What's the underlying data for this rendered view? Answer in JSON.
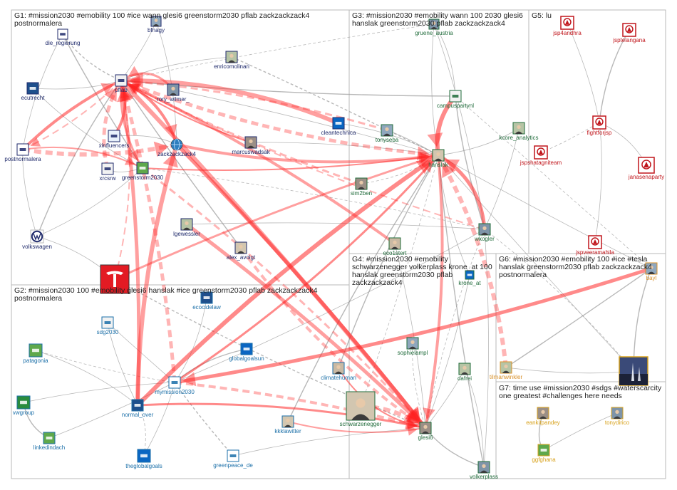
{
  "groups": [
    {
      "id": "G1",
      "title_lines": [
        "G1: #mission2030 #emobility 100 #ice wann glesi6 greenstorm2030 pflab zackzackzack4",
        "postnormalera"
      ],
      "color": "#1f2a6b"
    },
    {
      "id": "G2",
      "title_lines": [
        "G2: #mission2030 100 #emobility glesi6 hanslak #ice greenstorm2030 pflab zackzackzack4",
        "postnormalera"
      ],
      "color": "#1b6fa8"
    },
    {
      "id": "G3",
      "title_lines": [
        "G3: #mission2030 #emobility wann 100 2030 glesi6",
        "hanslak greenstorm2030 pflab zackzackzack4"
      ],
      "color": "#1f6b3a"
    },
    {
      "id": "G4",
      "title_lines": [
        "G4: #mission2030 #emobility",
        "schwarzenegger volkerplass krone_at 100",
        "hanslak greenstorm2030 pflab",
        "zackzackzack4"
      ],
      "color": "#1f6b3a"
    },
    {
      "id": "G5",
      "title_lines": [
        "G5: lu"
      ],
      "color": "#c0151b"
    },
    {
      "id": "G6",
      "title_lines": [
        "G6: #mission2030 #emobility 100 #ice #tesla",
        "hanslak greenstorm2030 pflab zackzackzack4",
        "postnormalera"
      ],
      "color": "#d8912a"
    },
    {
      "id": "G7",
      "title_lines": [
        "G7: time use #mission2030 #sdgs #waterscarcity",
        "one greatest #challenges here needs"
      ],
      "color": "#d8a21c"
    }
  ],
  "nodes": [
    {
      "id": "die_regierung",
      "label": "die_regierung",
      "group": "G1",
      "icon": "gov-logo-icon"
    },
    {
      "id": "bfnagy",
      "label": "bfnagy",
      "group": "G1",
      "icon": "user-avatar-icon"
    },
    {
      "id": "enricomolinari",
      "label": "enricomolinari",
      "group": "G1",
      "icon": "user-avatar-icon"
    },
    {
      "id": "ecutrecht",
      "label": "ecutrecht",
      "group": "G1",
      "icon": "org-logo-icon"
    },
    {
      "id": "pflab",
      "label": "pflab",
      "group": "G1",
      "icon": "org-logo-icon"
    },
    {
      "id": "rory_wilmer_",
      "label": "rory_wilmer_",
      "group": "G1",
      "icon": "user-avatar-icon"
    },
    {
      "id": "cleantechnica",
      "label": "cleantechnica",
      "group": "G1",
      "icon": "org-logo-icon"
    },
    {
      "id": "postnormalera",
      "label": "postnormalera",
      "group": "G1",
      "icon": "org-logo-icon"
    },
    {
      "id": "xinfluencers",
      "label": "xinfluencers",
      "group": "G1",
      "icon": "org-logo-icon"
    },
    {
      "id": "zackzackzack4",
      "label": "zackzackzack4",
      "group": "G1",
      "icon": "globe-icon"
    },
    {
      "id": "marcuswadsak",
      "label": "marcuswadsak",
      "group": "G1",
      "icon": "user-avatar-icon"
    },
    {
      "id": "xrcsrw",
      "label": "xrcsrw",
      "group": "G1",
      "icon": "org-logo-icon"
    },
    {
      "id": "greenstorm2030",
      "label": "greenstorm2030",
      "group": "G1",
      "icon": "org-logo-icon"
    },
    {
      "id": "volkswagen",
      "label": "volkswagen",
      "group": "G1",
      "icon": "vw-logo-icon"
    },
    {
      "id": "lgewessler",
      "label": "lgewessler",
      "group": "G1",
      "icon": "user-avatar-icon"
    },
    {
      "id": "alex_avoigt",
      "label": "alex_avoigt",
      "group": "G1",
      "icon": "user-avatar-icon"
    },
    {
      "id": "tesla",
      "label": "",
      "group": "G1",
      "icon": "tesla-logo-icon"
    },
    {
      "id": "gruene_austria",
      "label": "gruene_austria",
      "group": "G3",
      "icon": "user-avatar-icon"
    },
    {
      "id": "campuspartynl",
      "label": "campuspartynl",
      "group": "G3",
      "icon": "org-logo-icon"
    },
    {
      "id": "tonyseba",
      "label": "tonyseba",
      "group": "G3",
      "icon": "user-avatar-icon"
    },
    {
      "id": "kcore_analytics",
      "label": "kcore_analytics",
      "group": "G3",
      "icon": "user-avatar-icon"
    },
    {
      "id": "hanslak",
      "label": "hanslak",
      "group": "G3",
      "icon": "user-avatar-icon"
    },
    {
      "id": "sim2ben",
      "label": "sim2ben",
      "group": "G3",
      "icon": "user-avatar-icon"
    },
    {
      "id": "wkogler",
      "label": "wkogler",
      "group": "G3",
      "icon": "user-avatar-icon"
    },
    {
      "id": "eco1stert",
      "label": "eco1stert",
      "group": "G3",
      "icon": "user-avatar-icon"
    },
    {
      "id": "jsp4andhra",
      "label": "jsp4andhra",
      "group": "G5",
      "icon": "party-logo-icon"
    },
    {
      "id": "jsptelangana",
      "label": "jsptelangana",
      "group": "G5",
      "icon": "party-logo-icon"
    },
    {
      "id": "fightforjsp",
      "label": "fightforjsp",
      "group": "G5",
      "icon": "party-logo-icon"
    },
    {
      "id": "jspshatagniteam",
      "label": "jspshatagniteam",
      "group": "G5",
      "icon": "party-logo-icon"
    },
    {
      "id": "janasenaparty",
      "label": "janasenaparty",
      "group": "G5",
      "icon": "party-logo-icon"
    },
    {
      "id": "jspveeramahila",
      "label": "jspveeramahila",
      "group": "G5",
      "icon": "party-logo-icon"
    },
    {
      "id": "ecocidelaw",
      "label": "ecocidelaw",
      "group": "G2",
      "icon": "org-logo-icon"
    },
    {
      "id": "sdg2030",
      "label": "sdg2030",
      "group": "G2",
      "icon": "org-logo-icon"
    },
    {
      "id": "patagonia",
      "label": "patagonia",
      "group": "G2",
      "icon": "org-logo-icon"
    },
    {
      "id": "globalgoalsun",
      "label": "globalgoalsun",
      "group": "G2",
      "icon": "org-logo-icon"
    },
    {
      "id": "mymission2030",
      "label": "mymission2030",
      "group": "G2",
      "icon": "org-logo-icon"
    },
    {
      "id": "climatehuman",
      "label": "climatehuman",
      "group": "G2",
      "icon": "user-avatar-icon"
    },
    {
      "id": "vwgroup",
      "label": "vwgroup",
      "group": "G2",
      "icon": "org-logo-icon"
    },
    {
      "id": "normal_over",
      "label": "normal_over",
      "group": "G2",
      "icon": "org-logo-icon"
    },
    {
      "id": "kkklawitter",
      "label": "kkklawitter",
      "group": "G2",
      "icon": "user-avatar-icon"
    },
    {
      "id": "linkedindach",
      "label": "linkedindach",
      "group": "G2",
      "icon": "org-logo-icon"
    },
    {
      "id": "theglobalgoals",
      "label": "theglobalgoals",
      "group": "G2",
      "icon": "org-logo-icon"
    },
    {
      "id": "greenpeace_de",
      "label": "greenpeace_de",
      "group": "G2",
      "icon": "org-logo-icon"
    },
    {
      "id": "sophielampl",
      "label": "sophielampl",
      "group": "G4",
      "icon": "user-avatar-icon"
    },
    {
      "id": "dafrei",
      "label": "dafrei",
      "group": "G4",
      "icon": "user-avatar-icon"
    },
    {
      "id": "schwarzenegger",
      "label": "schwarzenegger",
      "group": "G4",
      "icon": "user-avatar-icon"
    },
    {
      "id": "glesi6",
      "label": "glesi6",
      "group": "G4",
      "icon": "user-avatar-icon"
    },
    {
      "id": "volkerplass",
      "label": "volkerplass",
      "group": "G4",
      "icon": "user-avatar-icon"
    },
    {
      "id": "krone_at",
      "label": "krone_at",
      "group": "G4",
      "icon": "org-logo-icon"
    },
    {
      "id": "bayl",
      "label": "bayl",
      "group": "G6",
      "icon": "user-avatar-icon"
    },
    {
      "id": "tilmanwinkler",
      "label": "tilmanwinkler",
      "group": "G6",
      "icon": "user-avatar-icon"
    },
    {
      "id": "rocket",
      "label": "",
      "group": "G6",
      "icon": "rocket-photo-icon"
    },
    {
      "id": "eankitpandey",
      "label": "eankitpandey",
      "group": "G7",
      "icon": "user-avatar-icon"
    },
    {
      "id": "tonydirico",
      "label": "tonydirico",
      "group": "G7",
      "icon": "user-avatar-icon"
    },
    {
      "id": "ggfghana",
      "label": "ggfghana",
      "group": "G7",
      "icon": "org-logo-icon"
    }
  ],
  "edges": {
    "red_strong": [
      [
        "pflab",
        "postnormalera"
      ],
      [
        "pflab",
        "greenstorm2030"
      ],
      [
        "pflab",
        "zackzackzack4"
      ],
      [
        "pflab",
        "hanslak"
      ],
      [
        "pflab",
        "glesi6"
      ],
      [
        "greenstorm2030",
        "hanslak"
      ],
      [
        "greenstorm2030",
        "glesi6"
      ],
      [
        "zackzackzack4",
        "hanslak"
      ],
      [
        "zackzackzack4",
        "glesi6"
      ],
      [
        "postnormalera",
        "zackzackzack4"
      ],
      [
        "postnormalera",
        "greenstorm2030"
      ],
      [
        "mymission2030",
        "hanslak"
      ],
      [
        "mymission2030",
        "glesi6"
      ],
      [
        "normal_over",
        "pflab"
      ],
      [
        "normal_over",
        "hanslak"
      ],
      [
        "tesla",
        "pflab"
      ],
      [
        "tesla",
        "hanslak"
      ],
      [
        "xinfluencers",
        "pflab"
      ],
      [
        "xrcsrw",
        "pflab"
      ],
      [
        "cleantechnica",
        "pflab"
      ],
      [
        "marcuswadsak",
        "pflab"
      ],
      [
        "tonyseba",
        "pflab"
      ],
      [
        "hanslak",
        "glesi6"
      ],
      [
        "wkogler",
        "hanslak"
      ],
      [
        "schwarzenegger",
        "glesi6"
      ],
      [
        "kkklawitter",
        "glesi6"
      ],
      [
        "normal_over",
        "glesi6"
      ],
      [
        "alex_avoigt",
        "glesi6"
      ],
      [
        "lgewessler",
        "glesi6"
      ],
      [
        "campuspartynl",
        "hanslak"
      ],
      [
        "wkogler",
        "pflab"
      ],
      [
        "rory_wilmer_",
        "pflab"
      ],
      [
        "postnormalera",
        "pflab"
      ],
      [
        "mymission2030",
        "pflab"
      ],
      [
        "normal_over",
        "zackzackzack4"
      ],
      [
        "climatehuman",
        "glesi6"
      ],
      [
        "sim2ben",
        "pflab"
      ],
      [
        "eco1stert",
        "pflab"
      ],
      [
        "bayl",
        "mymission2030"
      ],
      [
        "tilmanwinkler",
        "hanslak"
      ]
    ],
    "gray": [
      [
        "die_regierung",
        "pflab"
      ],
      [
        "bfnagy",
        "pflab"
      ],
      [
        "enricomolinari",
        "pflab"
      ],
      [
        "ecutrecht",
        "pflab"
      ],
      [
        "volkswagen",
        "pflab"
      ],
      [
        "gruene_austria",
        "pflab"
      ],
      [
        "gruene_austria",
        "hanslak"
      ],
      [
        "gruene_austria",
        "wkogler"
      ],
      [
        "campuspartynl",
        "wkogler"
      ],
      [
        "kcore_analytics",
        "hanslak"
      ],
      [
        "sophielampl",
        "glesi6"
      ],
      [
        "dafrei",
        "glesi6"
      ],
      [
        "volkerplass",
        "glesi6"
      ],
      [
        "dafrei",
        "volkerplass"
      ],
      [
        "sdg2030",
        "mymission2030"
      ],
      [
        "patagonia",
        "mymission2030"
      ],
      [
        "globalgoalsun",
        "mymission2030"
      ],
      [
        "vwgroup",
        "mymission2030"
      ],
      [
        "linkedindach",
        "mymission2030"
      ],
      [
        "theglobalgoals",
        "mymission2030"
      ],
      [
        "greenpeace_de",
        "mymission2030"
      ],
      [
        "ecocidelaw",
        "mymission2030"
      ],
      [
        "sdg2030",
        "normal_over"
      ],
      [
        "patagonia",
        "normal_over"
      ],
      [
        "vwgroup",
        "linkedindach"
      ],
      [
        "theglobalgoals",
        "normal_over"
      ],
      [
        "greenpeace_de",
        "glesi6"
      ],
      [
        "jsp4andhra",
        "fightforjsp"
      ],
      [
        "jsptelangana",
        "fightforjsp"
      ],
      [
        "fightforjsp",
        "janasenaparty"
      ],
      [
        "jspshatagniteam",
        "fightforjsp"
      ],
      [
        "jspveeramahila",
        "fightforjsp"
      ],
      [
        "bayl",
        "rocket"
      ],
      [
        "tilmanwinkler",
        "rocket"
      ],
      [
        "hanslak",
        "rocket"
      ],
      [
        "wkogler",
        "rocket"
      ],
      [
        "eankitpandey",
        "ggfghana"
      ],
      [
        "tonydirico",
        "ggfghana"
      ],
      [
        "die_regierung",
        "postnormalera"
      ],
      [
        "volkswagen",
        "greenstorm2030"
      ],
      [
        "enricomolinari",
        "hanslak"
      ],
      [
        "bfnagy",
        "zackzackzack4"
      ],
      [
        "ecutrecht",
        "greenstorm2030"
      ],
      [
        "lgewessler",
        "wkogler"
      ],
      [
        "alex_avoigt",
        "pflab"
      ],
      [
        "sim2ben",
        "hanslak"
      ],
      [
        "tonyseba",
        "hanslak"
      ],
      [
        "cleantechnica",
        "hanslak"
      ],
      [
        "campuspartynl",
        "pflab"
      ],
      [
        "kcore_analytics",
        "wkogler"
      ],
      [
        "wkogler",
        "glesi6"
      ],
      [
        "wkogler",
        "volkerplass"
      ],
      [
        "hanslak",
        "volkerplass"
      ],
      [
        "krone_at",
        "glesi6"
      ],
      [
        "krone_at",
        "hanslak"
      ],
      [
        "schwarzenegger",
        "hanslak"
      ],
      [
        "climatehuman",
        "hanslak"
      ],
      [
        "eco1stert",
        "glesi6"
      ],
      [
        "rory_wilmer_",
        "hanslak"
      ],
      [
        "marcuswadsak",
        "hanslak"
      ],
      [
        "tesla",
        "glesi6"
      ],
      [
        "tesla",
        "volkswagen"
      ],
      [
        "postnormalera",
        "volkswagen"
      ],
      [
        "mymission2030",
        "wkogler"
      ],
      [
        "kkklawitter",
        "hanslak"
      ],
      [
        "greenstorm2030",
        "wkogler"
      ],
      [
        "xrcsrw",
        "greenstorm2030"
      ],
      [
        "xinfluencers",
        "zackzackzack4"
      ],
      [
        "die_regierung",
        "greenstorm2030"
      ],
      [
        "bayl",
        "hanslak"
      ],
      [
        "bayl",
        "campuspartynl"
      ],
      [
        "gruene_austria",
        "campuspartynl"
      ],
      [
        "tilmanwinkler",
        "bayl"
      ]
    ]
  }
}
